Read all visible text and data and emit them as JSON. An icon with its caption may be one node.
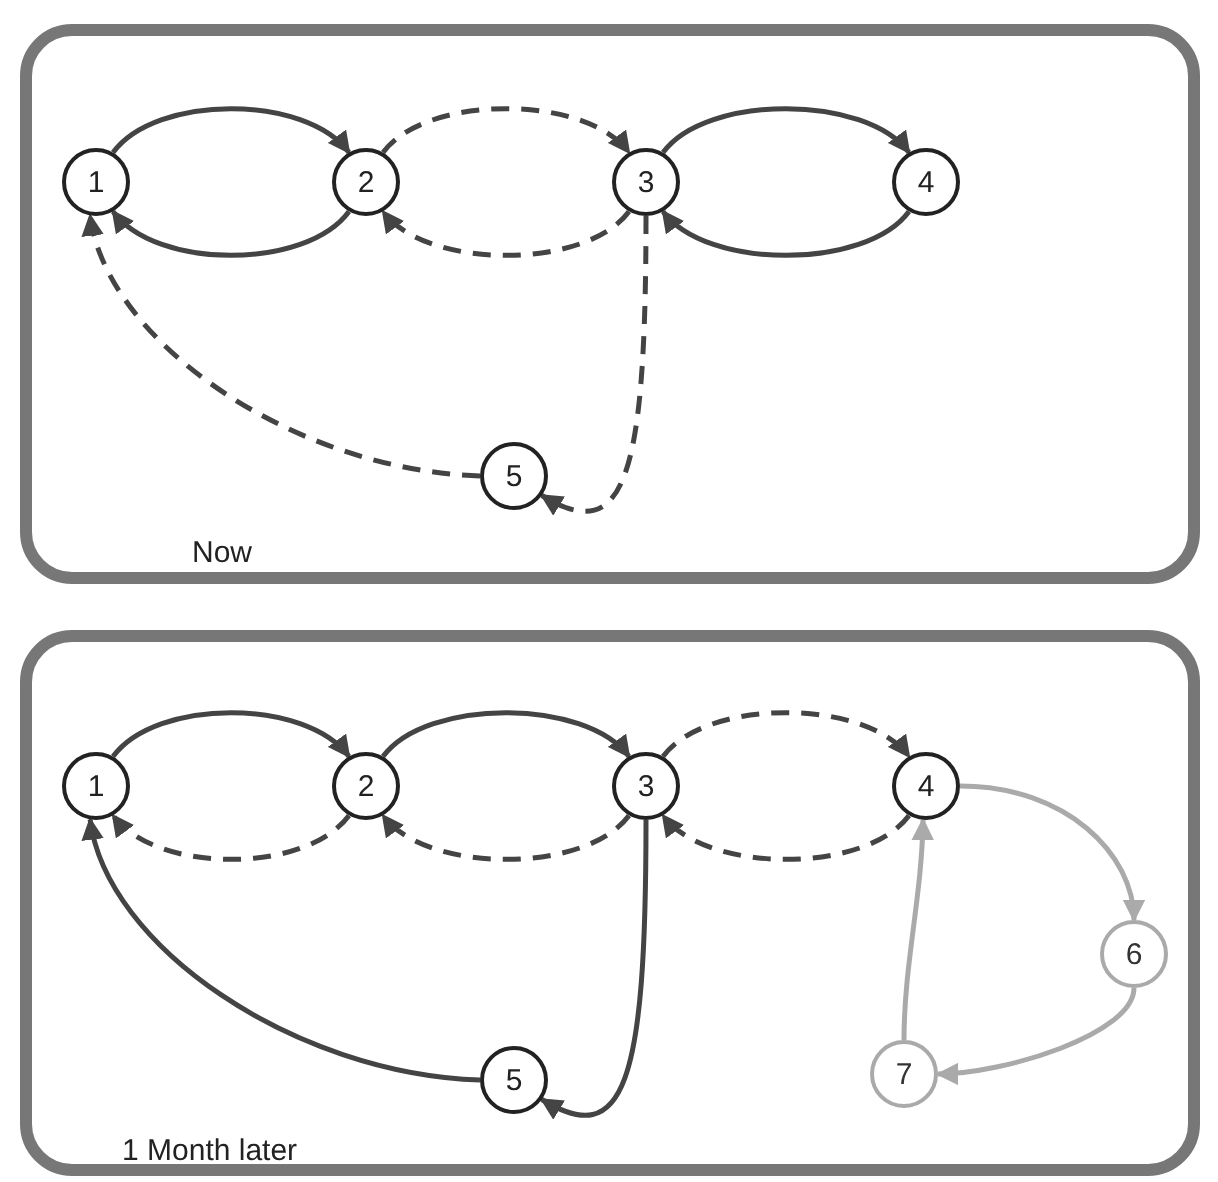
{
  "diagram": {
    "nodes": [
      {
        "text": [
          "Now"
        ]
      },
      {
        "text": [
          "1"
        ],
        "in": 0
      },
      {
        "text": [
          "2"
        ],
        "in": 0
      },
      {
        "text": [
          "3"
        ],
        "in": 0
      },
      {
        "text": [
          "4"
        ],
        "in": 0
      },
      {
        "text": [
          "5"
        ],
        "in": 0
      },
      {
        "text": [
          "1 Month later"
        ]
      },
      {
        "text": [
          "1"
        ],
        "in": 6
      },
      {
        "text": [
          "2"
        ],
        "in": 6
      },
      {
        "text": [
          "3"
        ],
        "in": 6
      },
      {
        "text": [
          "4"
        ],
        "in": 6
      },
      {
        "text": [
          "5"
        ],
        "in": 6
      },
      {
        "text": [
          "6"
        ],
        "in": 6
      },
      {
        "text": [
          "7"
        ],
        "in": 6
      }
    ],
    "edges": [
      {
        "from": 1,
        "to": 2,
        "arrow": "to"
      },
      {
        "from": 2,
        "to": 1,
        "arrow": "to"
      },
      {
        "from": 2,
        "to": 3,
        "arrow": "to",
        "style": "dashed"
      },
      {
        "from": 3,
        "to": 2,
        "arrow": "to",
        "style": "dashed"
      },
      {
        "from": 3,
        "to": 4,
        "arrow": "to"
      },
      {
        "from": 4,
        "to": 3,
        "arrow": "to"
      },
      {
        "from": 3,
        "to": 5,
        "arrow": "to",
        "style": "dashed"
      },
      {
        "from": 5,
        "to": 1,
        "arrow": "to",
        "style": "dashed"
      },
      {
        "from": 7,
        "to": 8,
        "arrow": "to"
      },
      {
        "from": 8,
        "to": 7,
        "arrow": "to",
        "style": "dashed"
      },
      {
        "from": 8,
        "to": 9,
        "arrow": "to"
      },
      {
        "from": 9,
        "to": 8,
        "arrow": "to",
        "style": "dashed"
      },
      {
        "from": 9,
        "to": 10,
        "arrow": "to",
        "style": "dashed"
      },
      {
        "from": 10,
        "to": 9,
        "arrow": "to",
        "style": "dashed"
      },
      {
        "from": 9,
        "to": 11,
        "arrow": "to"
      },
      {
        "from": 11,
        "to": 7,
        "arrow": "to"
      },
      {
        "from": 10,
        "to": 12,
        "arrow": "to",
        "color": "#aaaaaa"
      },
      {
        "from": 12,
        "to": 13,
        "arrow": "to",
        "color": "#aaaaaa"
      },
      {
        "from": 13,
        "to": 10,
        "arrow": "to",
        "color": "#aaaaaa"
      }
    ]
  }
}
